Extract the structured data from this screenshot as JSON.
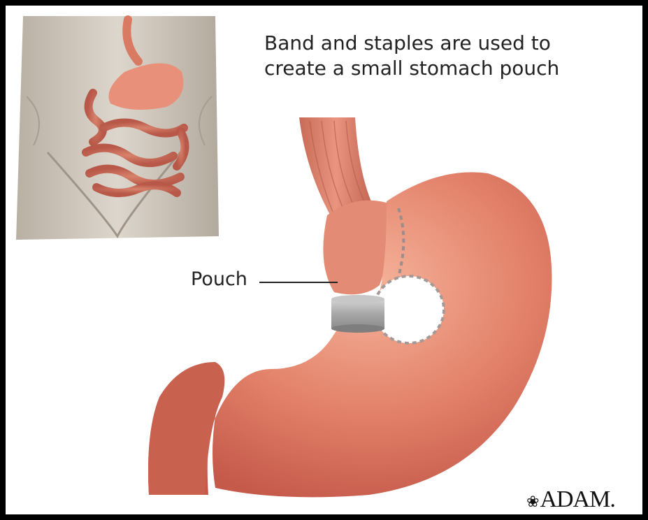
{
  "caption": {
    "line1": "Band and staples are used to",
    "line2": "create a small stomach pouch"
  },
  "label": {
    "pouch": "Pouch"
  },
  "logo": {
    "text": "ADAM."
  },
  "colors": {
    "background": "#000000",
    "panel": "#ffffff",
    "stomach": "#e07a62",
    "band": "#a9a9a9"
  }
}
